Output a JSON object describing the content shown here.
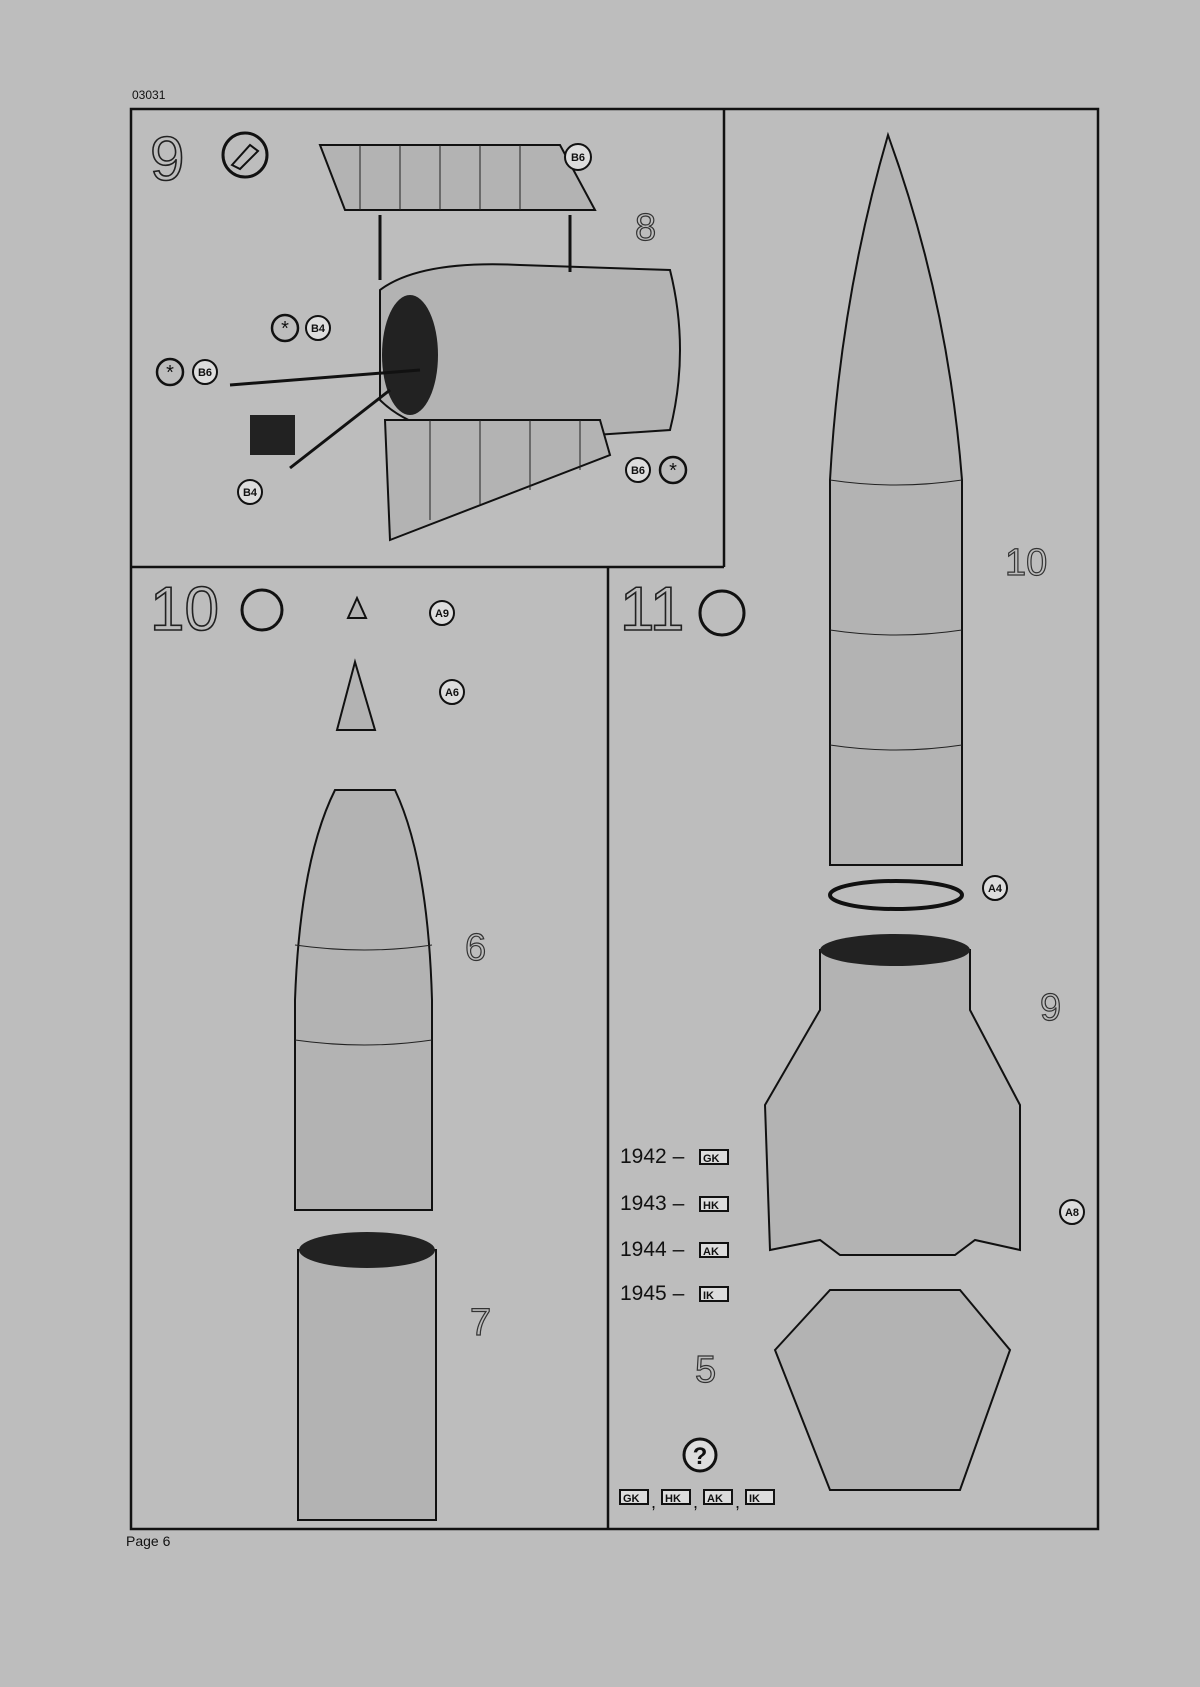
{
  "header": {
    "doc_number": "03031"
  },
  "footer": {
    "page_label": "Page 6"
  },
  "steps": [
    {
      "number": "9",
      "icon": "glue-icon",
      "callouts": [
        "8"
      ],
      "parts": [
        "B6",
        "B4",
        "B6",
        "B4",
        "B6"
      ]
    },
    {
      "number": "10",
      "icon": "glue-icon",
      "callouts": [
        "6",
        "7"
      ],
      "parts": [
        "A9",
        "A6"
      ]
    },
    {
      "number": "11",
      "icon": "glue-icon",
      "callouts": [
        "10",
        "9",
        "5"
      ],
      "parts": [
        "A4",
        "A8"
      ]
    }
  ],
  "legend": [
    {
      "year": "1942",
      "dash": "–",
      "code": "GK"
    },
    {
      "year": "1943",
      "dash": "–",
      "code": "HK"
    },
    {
      "year": "1944",
      "dash": "–",
      "code": "AK"
    },
    {
      "year": "1945",
      "dash": "–",
      "code": "IK"
    }
  ],
  "options": {
    "question_mark": "?",
    "codes": [
      "GK",
      "HK",
      "AK",
      "IK"
    ],
    "separator": ","
  }
}
